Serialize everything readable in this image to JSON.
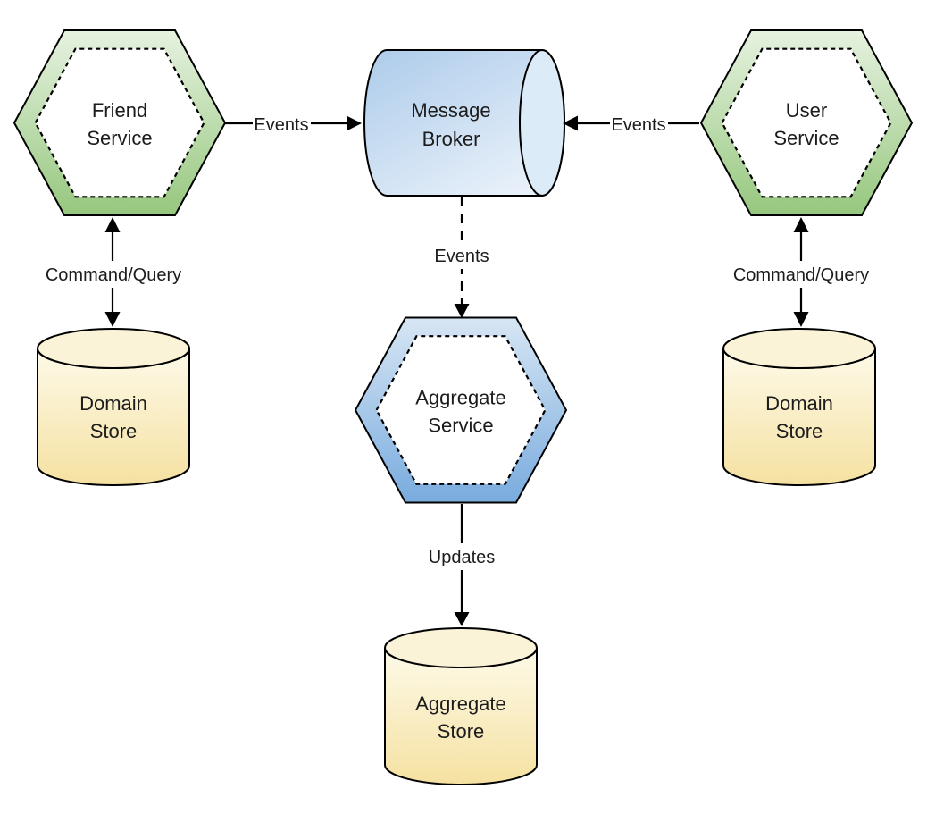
{
  "diagram": {
    "nodes": {
      "friend_service": {
        "line1": "Friend",
        "line2": "Service"
      },
      "message_broker": {
        "line1": "Message",
        "line2": "Broker"
      },
      "user_service": {
        "line1": "User",
        "line2": "Service"
      },
      "aggregate_service": {
        "line1": "Aggregate",
        "line2": "Service"
      },
      "domain_store_left": {
        "line1": "Domain",
        "line2": "Store"
      },
      "domain_store_right": {
        "line1": "Domain",
        "line2": "Store"
      },
      "aggregate_store": {
        "line1": "Aggregate",
        "line2": "Store"
      }
    },
    "edges": {
      "friend_events": {
        "label": "Events",
        "style": "solid",
        "direction": "right"
      },
      "user_events": {
        "label": "Events",
        "style": "solid",
        "direction": "left"
      },
      "broker_events": {
        "label": "Events",
        "style": "dashed",
        "direction": "down"
      },
      "aggregate_updates": {
        "label": "Updates",
        "style": "solid",
        "direction": "down"
      },
      "friend_command_query": {
        "label": "Command/Query",
        "style": "solid",
        "direction": "both"
      },
      "user_command_query": {
        "label": "Command/Query",
        "style": "solid",
        "direction": "both"
      }
    },
    "colors": {
      "service_hex_top": "#e6f2e0",
      "service_hex_bottom": "#96c77e",
      "aggregate_hex_top": "#d7e6f4",
      "aggregate_hex_bottom": "#79abde",
      "broker_start": "#accbea",
      "broker_end": "#e9f1fa",
      "broker_cap": "#dcebf8",
      "store_body_top": "#fdfae9",
      "store_body_bottom": "#f5e1a1",
      "store_lid": "#fbf3d8",
      "outline": "#000000",
      "text": "#1c1c1c",
      "background": "#ffffff"
    }
  }
}
